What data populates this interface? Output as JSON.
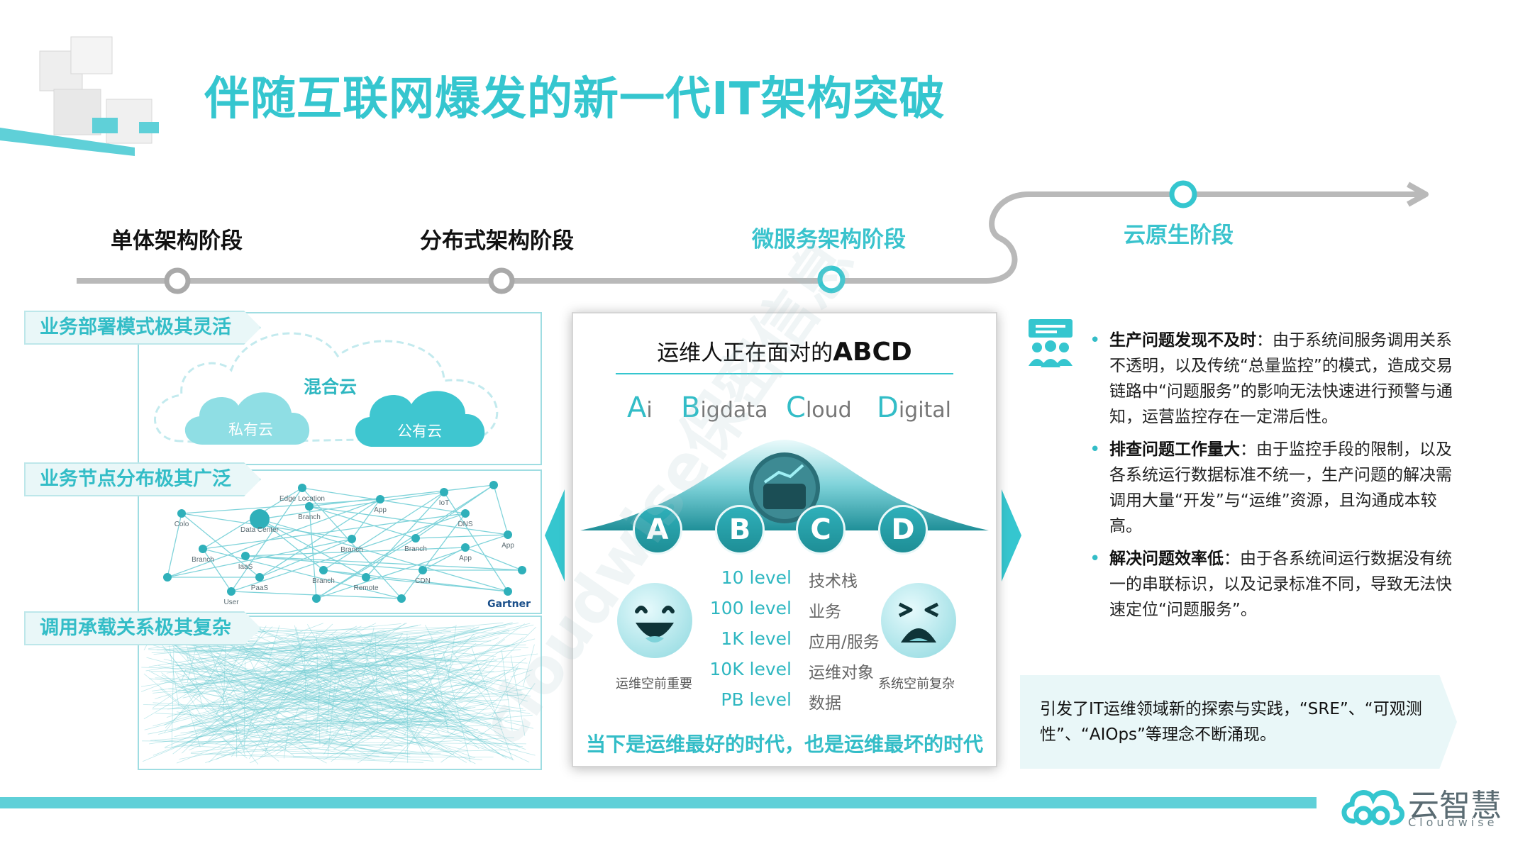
{
  "title": "伴随互联网爆发的新一代IT架构突破",
  "colors": {
    "accent": "#35c6cf",
    "timeline": "#b9b9b9",
    "dark": "#111111"
  },
  "timeline": {
    "stages": [
      {
        "label": "单体架构阶段"
      },
      {
        "label": "分布式架构阶段"
      },
      {
        "label": "微服务架构阶段"
      },
      {
        "label": "云原生阶段"
      }
    ]
  },
  "left": {
    "tags": [
      "业务部署模式极其灵活",
      "业务节点分布极其广泛",
      "调用承载关系极其复杂"
    ],
    "cloud": {
      "hybrid": "混合云",
      "private": "私有云",
      "public": "公有云"
    },
    "network": {
      "nodes": [
        "Colo",
        "Data Center",
        "Edge Location",
        "Branch",
        "IaaS",
        "App",
        "IoT",
        "DNS",
        "Branch",
        "CDN",
        "PaaS",
        "Remote",
        "User",
        "App",
        "App",
        "Branch",
        "Branch",
        "Branch"
      ],
      "brand": "Gartner"
    }
  },
  "center": {
    "title_prefix": "运维人正在面对的",
    "title_suffix": "ABCD",
    "words": [
      {
        "cap": "A",
        "rest": "i"
      },
      {
        "cap": "B",
        "rest": "igdata"
      },
      {
        "cap": "C",
        "rest": "loud"
      },
      {
        "cap": "D",
        "rest": "igital"
      }
    ],
    "letters": [
      "A",
      "B",
      "C",
      "D"
    ],
    "levels": [
      {
        "value": "10 level",
        "label": "技术栈"
      },
      {
        "value": "100 level",
        "label": "业务"
      },
      {
        "value": "1K level",
        "label": "应用/服务"
      },
      {
        "value": "10K level",
        "label": "运维对象"
      },
      {
        "value": "PB level",
        "label": "数据"
      }
    ],
    "happy_label": "运维空前重要",
    "sad_label": "系统空前复杂",
    "slogan": "当下是运维最好的时代，也是运维最坏的时代"
  },
  "right": {
    "bullets": [
      {
        "title": "生产问题发现不及时",
        "body": "：由于系统间服务调用关系不透明，以及传统“总量监控”的模式，造成交易链路中“问题服务”的影响无法快速进行预警与通知，运营监控存在一定滞后性。"
      },
      {
        "title": "排查问题工作量大",
        "body": "：由于监控手段的限制，以及各系统运行数据标准不统一，生产问题的解决需调用大量“开发”与“运维”资源，且沟通成本较高。"
      },
      {
        "title": "解决问题效率低",
        "body": "：由于各系统间运行数据没有统一的串联标识，以及记录标准不同，导致无法快速定位“问题服务”。"
      }
    ],
    "note": "引发了IT运维领域新的探索与实践，“SRE”、“可观测性”、“AIOps”等理念不断涌现。"
  },
  "footer": {
    "logo": "云智慧",
    "logo_sub": "Cloudwise"
  },
  "watermark": "cloudwise保密信息"
}
